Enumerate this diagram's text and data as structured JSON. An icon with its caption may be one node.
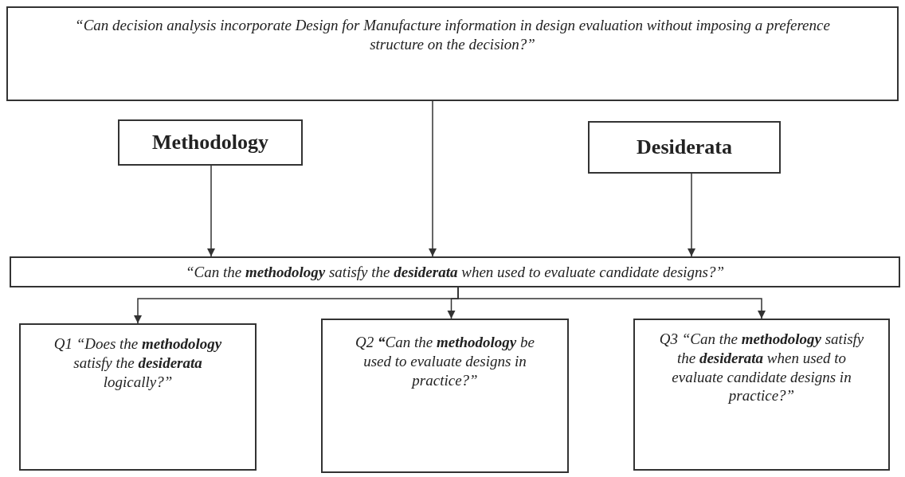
{
  "diagram": {
    "nodes": [
      {
        "text": [
          "“Can decision analysis incorporate Design for Manufacture information in design evaluation without imposing a preference structure on the decision?”"
        ]
      },
      {
        "text": [
          "Methodology"
        ]
      },
      {
        "text": [
          "Desiderata"
        ]
      },
      {
        "text": [
          "“Can the **methodology** satisfy the **desiderata** when used to evaluate candidate designs?”"
        ]
      },
      {
        "text": [
          "Q1 “Does the **methodology** satisfy the **desiderata** logically?”"
        ]
      },
      {
        "text": [
          "Q2 **“**Can the **methodology** be used to evaluate designs in practice?”"
        ]
      },
      {
        "text": [
          "Q3 “Can the **methodology** satisfy the **desiderata** when used to evaluate candidate designs in practice?”"
        ]
      }
    ],
    "edges": [
      {
        "from": 1,
        "to": 3,
        "arrow": "to"
      },
      {
        "from": 0,
        "to": 3,
        "arrow": "to"
      },
      {
        "from": 2,
        "to": 3,
        "arrow": "to"
      },
      {
        "from": 3,
        "to": 4,
        "arrow": "to"
      },
      {
        "from": 3,
        "to": 5,
        "arrow": "to"
      },
      {
        "from": 3,
        "to": 6,
        "arrow": "to"
      }
    ]
  }
}
